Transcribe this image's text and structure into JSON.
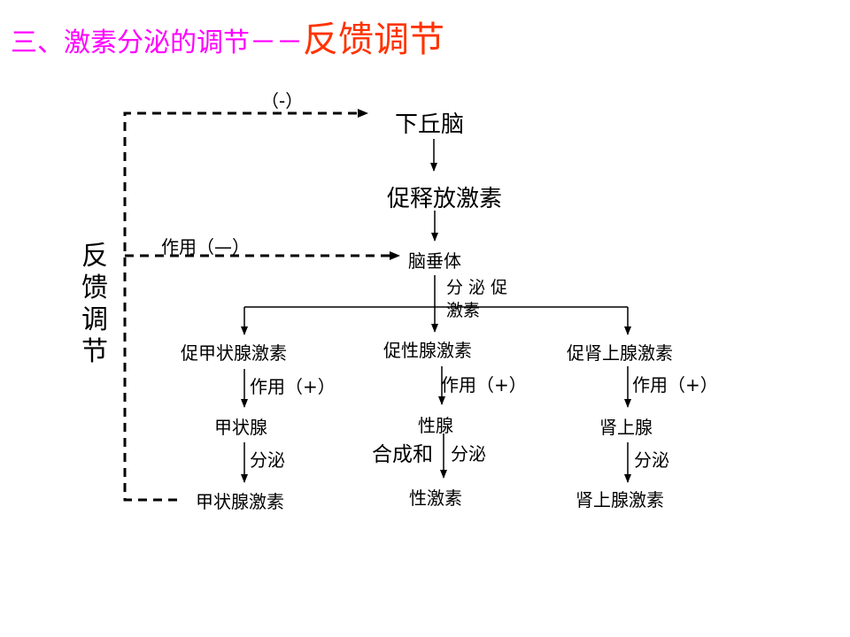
{
  "title": {
    "prefix": "三、激素分泌的调节－－",
    "main": "反馈调节"
  },
  "colors": {
    "prefix": "#ff00ff",
    "main": "#ff3300"
  },
  "diagram": {
    "feedback_vertical": "反馈调节",
    "neg_top": "（-）",
    "neg_mid": "作用（—）",
    "hypothalamus": "下丘脑",
    "releasing_hormone": "促释放激素",
    "pituitary": "脑垂体",
    "secrete_trophic": "分 泌 促 激素",
    "branches": [
      {
        "trophic": "促甲状腺激素",
        "effect": "作用（+）",
        "gland": "甲状腺",
        "secrete": "分泌",
        "hormone": "甲状腺激素"
      },
      {
        "trophic": "促性腺激素",
        "effect": "作用（+）",
        "gland": "性腺",
        "synth": "合成和",
        "secrete": "分泌",
        "hormone": "性激素"
      },
      {
        "trophic": "促肾上腺激素",
        "effect": "作用（+）",
        "gland": "肾上腺",
        "secrete": "分泌",
        "hormone": "肾上腺激素"
      }
    ]
  }
}
